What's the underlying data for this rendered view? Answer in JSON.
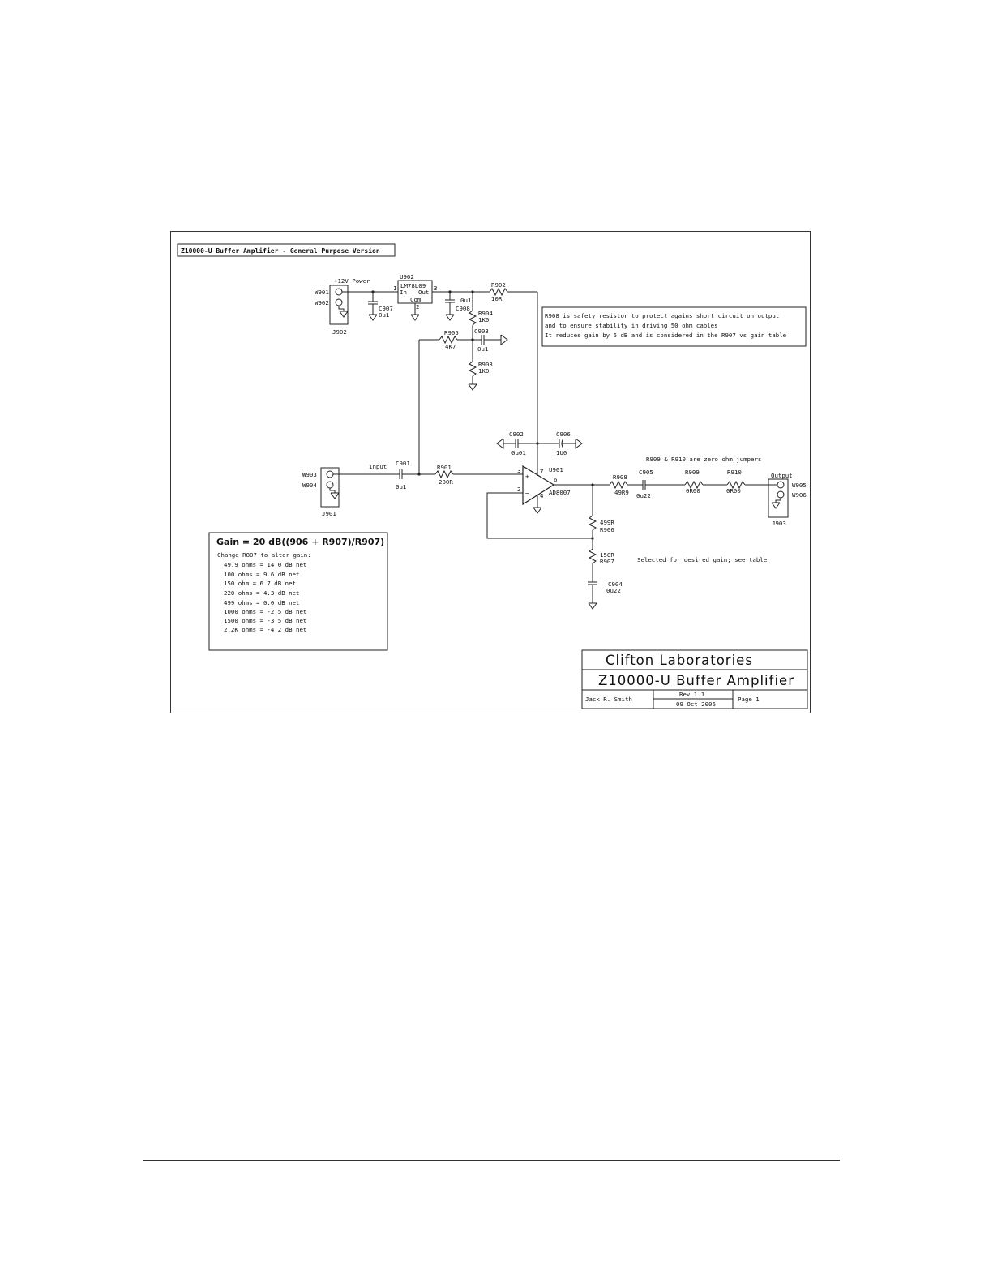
{
  "title_box": "Z10000-U Buffer Amplifier - General Purpose Version",
  "power": {
    "label": "+12V Power",
    "pins": [
      "W901",
      "W902"
    ],
    "connector": "J902",
    "regulator": {
      "ref": "U902",
      "part": "LM78L09",
      "in": "In",
      "out": "Out",
      "com": "Com",
      "pin1": "1",
      "pin2": "2",
      "pin3": "3"
    },
    "c907": {
      "ref": "C907",
      "value": "0u1"
    },
    "c908": {
      "ref": "C908",
      "value": "0u1"
    },
    "r902": {
      "ref": "R902",
      "value": "10R"
    }
  },
  "bias": {
    "r904": {
      "ref": "R904",
      "value": "1K0"
    },
    "r905": {
      "ref": "R905",
      "value": "4K7"
    },
    "c903": {
      "ref": "C903",
      "value": "0u1"
    },
    "r903": {
      "ref": "R903",
      "value": "1K0"
    }
  },
  "note": [
    "R908 is safety resistor to protect agains short circuit on output",
    "and to ensure stability in driving 50 ohm cables",
    "It reduces gain by 6 dB and is considered in the R907 vs gain table"
  ],
  "decoupling": {
    "c902": {
      "ref": "C902",
      "value": "0u01"
    },
    "c906": {
      "ref": "C906",
      "value": "1U0"
    }
  },
  "input": {
    "label": "Input",
    "pins": [
      "W903",
      "W904"
    ],
    "connector": "J901",
    "c901": {
      "ref": "C901",
      "value": "0u1"
    },
    "r901": {
      "ref": "R901",
      "value": "200R"
    }
  },
  "opamp": {
    "ref": "U901",
    "part": "AD8007",
    "pins": [
      "3",
      "2",
      "7",
      "6",
      "4"
    ],
    "plus": "+",
    "minus": "−"
  },
  "output": {
    "jumper_note": "R909 & R910 are zero ohm jumpers",
    "label": "Output",
    "pins": [
      "W905",
      "W906"
    ],
    "connector": "J903",
    "r908": {
      "ref": "R908",
      "value": "49R9"
    },
    "c905": {
      "ref": "C905",
      "value": "0u22"
    },
    "r909": {
      "ref": "R909",
      "value": "0R00"
    },
    "r910": {
      "ref": "R910",
      "value": "0R00"
    }
  },
  "feedback": {
    "r906": {
      "ref": "R906",
      "value": "499R"
    },
    "r907": {
      "ref": "R907",
      "value": "150R"
    },
    "r907_note": "Selected for desired gain; see table",
    "c904": {
      "ref": "C904",
      "value": "0u22"
    }
  },
  "gain_table": {
    "title": "Gain = 20 dB((906 + R907)/R907)",
    "subtitle": "Change R807 to alter gain:",
    "rows": [
      "49.9 ohms = 14.0 dB net",
      "100 ohms = 9.6 dB net",
      "150 ohm = 6.7 dB net",
      "220 ohms = 4.3 dB net",
      "499 ohms = 0.0 dB net",
      "1000 ohms = -2.5 dB net",
      "1500 ohms = -3.5 dB net",
      "2.2K ohms = -4.2 dB net"
    ]
  },
  "title_block": {
    "company": "Clifton Laboratories",
    "title": "Z10000-U Buffer Amplifier",
    "author": "Jack R. Smith",
    "rev": "Rev 1.1",
    "date": "09 Oct 2006",
    "page": "Page 1"
  }
}
